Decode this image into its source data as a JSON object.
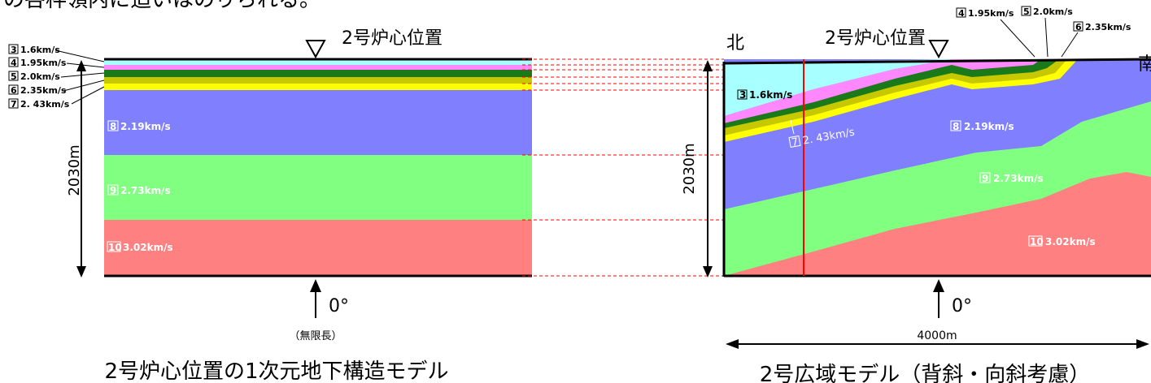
{
  "header_fragment": "の各枠領内に追いはのりられる。",
  "left_model": {
    "top_label": "2号炉心位置",
    "depth_label": "2030m",
    "angle_label": "0°",
    "infinite_label": "（無限長）",
    "caption": "2号炉心位置の1次元地下構造モデル",
    "small_layers": [
      {
        "num": "3",
        "vel": "1.6km/s",
        "color": "#a8ffff"
      },
      {
        "num": "4",
        "vel": "1.95km/s",
        "color": "#ff88ff"
      },
      {
        "num": "5",
        "vel": "2.0km/s",
        "color": "#1a7a1a"
      },
      {
        "num": "6",
        "vel": "2.35km/s",
        "color": "#c8c800"
      },
      {
        "num": "7",
        "vel": "2. 43km/s",
        "color": "#ffff00"
      }
    ],
    "big_layers": [
      {
        "num": "8",
        "vel": "2.19km/s",
        "color": "#8080ff"
      },
      {
        "num": "9",
        "vel": "2.73km/s",
        "color": "#80ff80"
      },
      {
        "num": "10",
        "vel": "3.02km/s",
        "color": "#ff8080"
      }
    ]
  },
  "right_model": {
    "top_label": "2号炉心位置",
    "north_label": "北",
    "south_label": "南",
    "depth_label": "2030m",
    "angle_label": "0°",
    "width_label": "4000m",
    "caption": "2号広域モデル（背斜・向斜考慮）",
    "layer_labels": [
      {
        "num": "3",
        "vel": "1.6km/s"
      },
      {
        "num": "4",
        "vel": "1.95km/s"
      },
      {
        "num": "5",
        "vel": "2.0km/s"
      },
      {
        "num": "6",
        "vel": "2.35km/s"
      },
      {
        "num": "7",
        "vel": "2. 43km/s"
      },
      {
        "num": "8",
        "vel": "2.19km/s"
      },
      {
        "num": "9",
        "vel": "2.73km/s"
      },
      {
        "num": "10",
        "vel": "3.02km/s"
      }
    ]
  },
  "colors": {
    "l3": "#a8ffff",
    "l4": "#ff88ff",
    "l5": "#1a7a1a",
    "l6": "#c8c800",
    "l7": "#ffff00",
    "l8": "#8080ff",
    "l9": "#80ff80",
    "l10": "#ff8080",
    "guide": "#ff0000"
  }
}
